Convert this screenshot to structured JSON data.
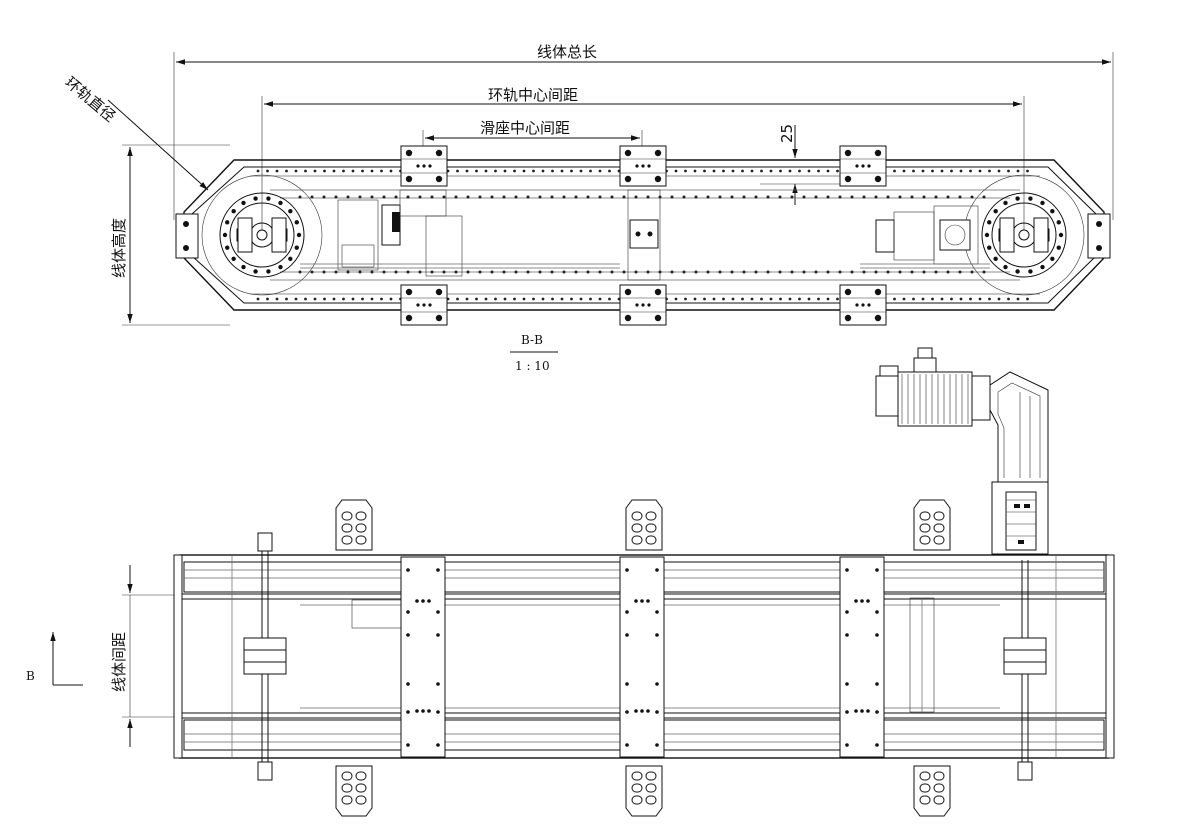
{
  "labels": {
    "overall_length": "线体总长",
    "ring_rail_center_distance": "环轨中心间距",
    "slider_center_distance": "滑座中心间距",
    "ring_rail_diameter": "环轨直径",
    "line_height": "线体高度",
    "line_spacing": "线体间距",
    "offset_dimension": "25",
    "section_name": "B-B",
    "section_scale": "1 : 10",
    "view_arrow_label": "B"
  }
}
